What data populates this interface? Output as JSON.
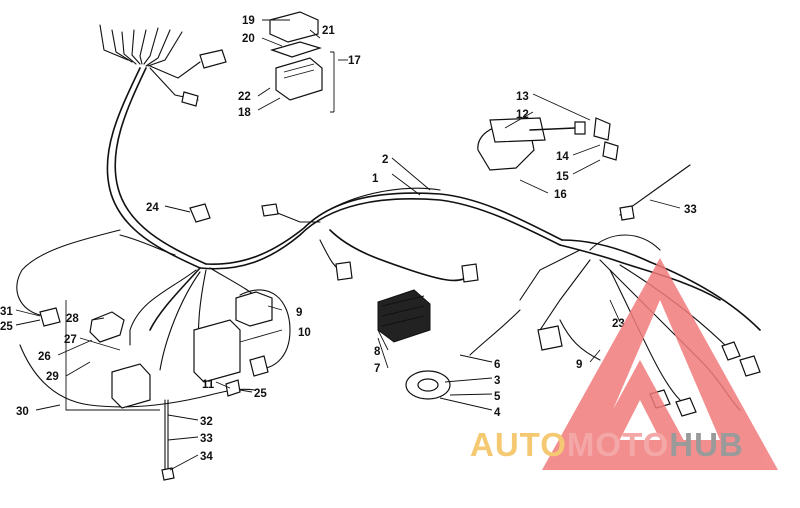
{
  "diagram": {
    "callouts": [
      "1",
      "2",
      "3",
      "4",
      "5",
      "6",
      "7",
      "8",
      "9",
      "9",
      "10",
      "11",
      "12",
      "13",
      "14",
      "15",
      "16",
      "17",
      "18",
      "19",
      "20",
      "21",
      "22",
      "23",
      "24",
      "25",
      "25",
      "26",
      "27",
      "28",
      "29",
      "30",
      "31",
      "32",
      "33",
      "33",
      "34"
    ]
  },
  "watermark": {
    "brand_part1": "AUTO",
    "brand_part2": "MOTO",
    "brand_part3": "HUB",
    "color_auto": "#f5c872",
    "color_moto": "#f4a7a7",
    "color_hub": "#9a9a9a",
    "triangle_color": "#f27b7b"
  }
}
